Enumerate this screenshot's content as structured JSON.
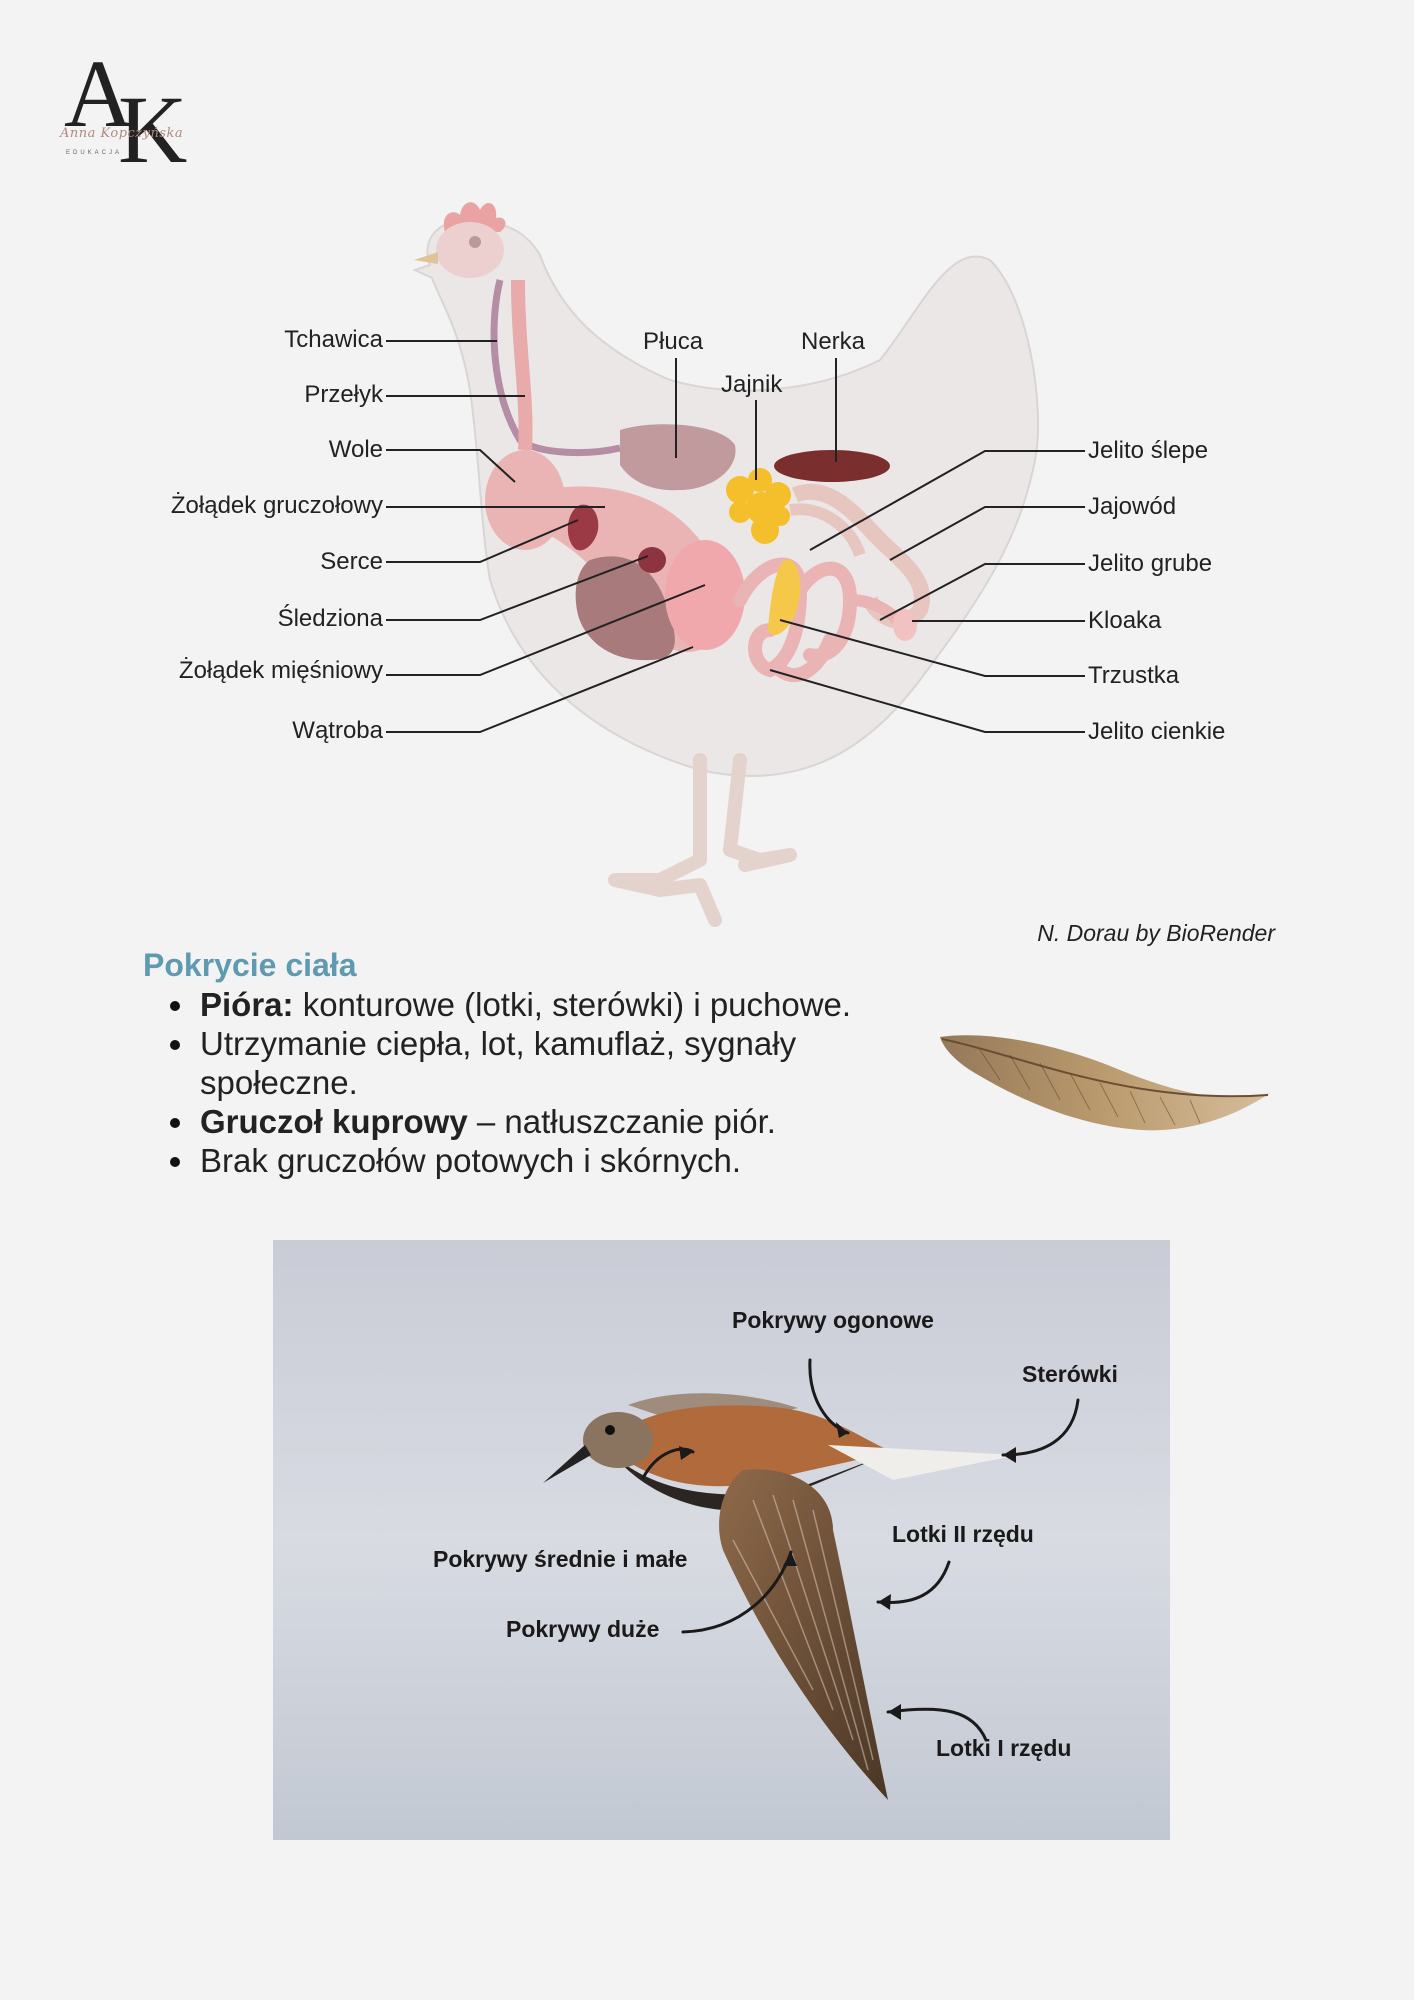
{
  "logo": {
    "letters": "AK",
    "signature": "Anna Kopczyńska",
    "subtitle": "EDUKACJA"
  },
  "diagram": {
    "left_labels": [
      "Tchawica",
      "Przełyk",
      "Wole",
      "Żołądek gruczołowy",
      "Serce",
      "Śledziona",
      "Żołądek mięśniowy",
      "Wątroba"
    ],
    "top_labels": [
      "Płuca",
      "Jajnik",
      "Nerka"
    ],
    "right_labels": [
      "Jelito ślepe",
      "Jajowód",
      "Jelito grube",
      "Kloaka",
      "Trzustka",
      "Jelito cienkie"
    ],
    "credit": "N. Dorau by BioRender",
    "colors": {
      "body": "#e6e2e2",
      "gut": "#eab4b4",
      "liver": "#a97a7c",
      "kidney": "#7a2e2e",
      "ovary": "#f4bf2a",
      "pancreas": "#f6c84a"
    }
  },
  "section": {
    "title": "Pokrycie ciała",
    "bullets": [
      {
        "bold": "Pióra:",
        "text": " konturowe (lotki, sterówki) i puchowe."
      },
      {
        "bold": "",
        "text": "Utrzymanie ciepła, lot, kamuflaż, sygnały społeczne."
      },
      {
        "bold": "Gruczoł kuprowy",
        "text": " – natłuszczanie piór."
      },
      {
        "bold": "",
        "text": "Brak gruczołów potowych i skórnych."
      }
    ]
  },
  "photo": {
    "labels": {
      "tail_coverts": "Pokrywy ogonowe",
      "rectrices": "Sterówki",
      "median_lesser_coverts": "Pokrywy średnie i małe",
      "secondaries": "Lotki II rzędu",
      "greater_coverts": "Pokrywy duże",
      "primaries": "Lotki I rzędu"
    }
  }
}
